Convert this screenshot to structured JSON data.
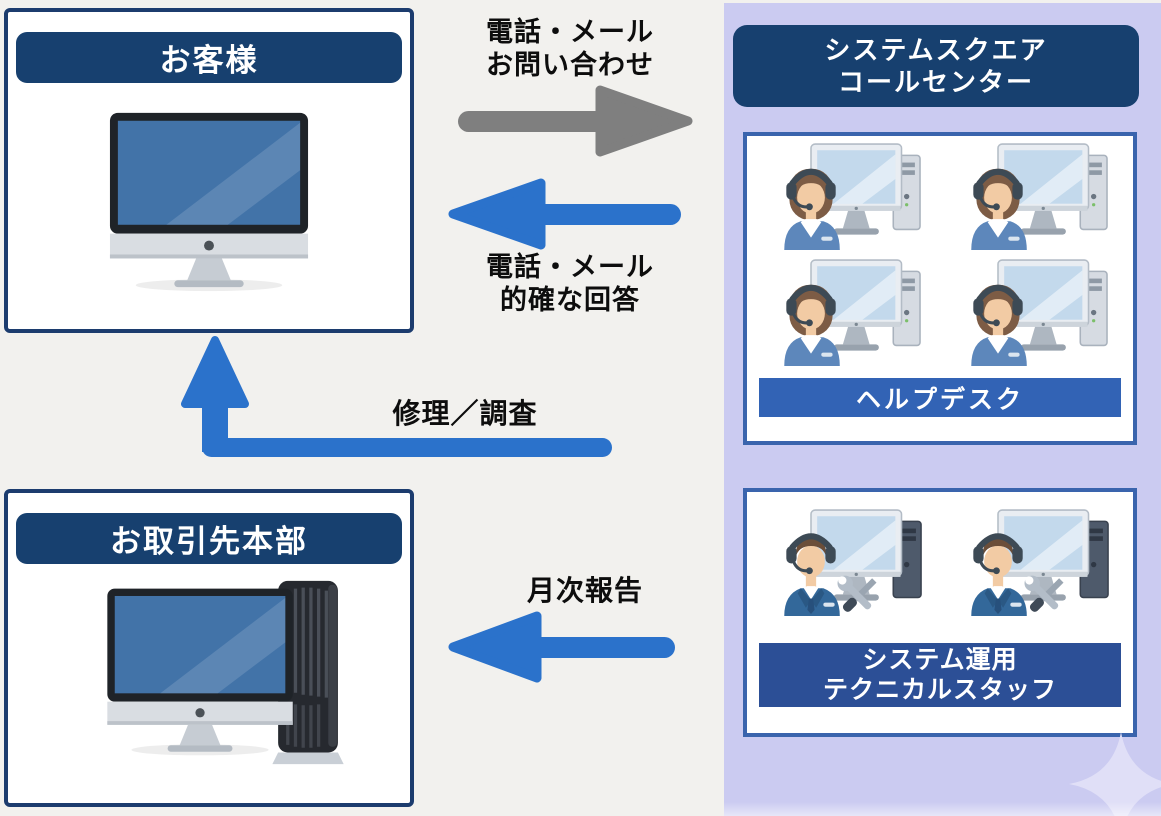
{
  "customer": {
    "title": "お客様"
  },
  "partner": {
    "title": "お取引先本部"
  },
  "call_center": {
    "title_line1": "システムスクエア",
    "title_line2": "コールセンター",
    "helpdesk": {
      "label": "ヘルプデスク"
    },
    "tech": {
      "label_line1": "システム運用",
      "label_line2": "テクニカルスタッフ"
    }
  },
  "flows": {
    "inquiry": {
      "line1": "電話・メール",
      "line2": "お問い合わせ",
      "direction": "right"
    },
    "answer": {
      "line1": "電話・メール",
      "line2": "的確な回答",
      "direction": "left"
    },
    "repair": {
      "label": "修理／調査",
      "direction": "up"
    },
    "monthly": {
      "label": "月次報告",
      "direction": "left"
    }
  },
  "colors": {
    "background": "#f2f1ee",
    "navy_header": "#17406f",
    "navy_border": "#1c3c6e",
    "panel_lavender": "#cbcbf1",
    "subbox_border": "#3a64ad",
    "helpdesk_bar": "#3263b5",
    "tech_bar": "#2c4f96",
    "arrow_blue": "#2b72cb",
    "arrow_gray": "#7f7f7f"
  }
}
